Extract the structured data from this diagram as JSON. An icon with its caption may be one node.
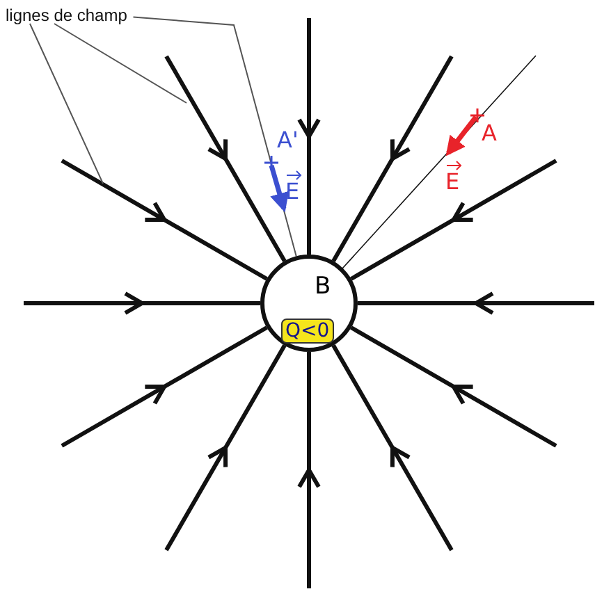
{
  "diagram": {
    "nodes": [
      {
        "text": [
          "B",
          "Q<0"
        ]
      },
      {
        "text": [
          "lignes de champ"
        ]
      }
    ],
    "edges": [
      {
        "from": 1,
        "to": null,
        "arrow": "none"
      },
      {
        "from": 1,
        "to": null,
        "arrow": "none"
      },
      {
        "from": 1,
        "to": 0,
        "arrow": "none"
      }
    ],
    "labels": [
      "A'",
      "E",
      "A",
      "E"
    ]
  }
}
